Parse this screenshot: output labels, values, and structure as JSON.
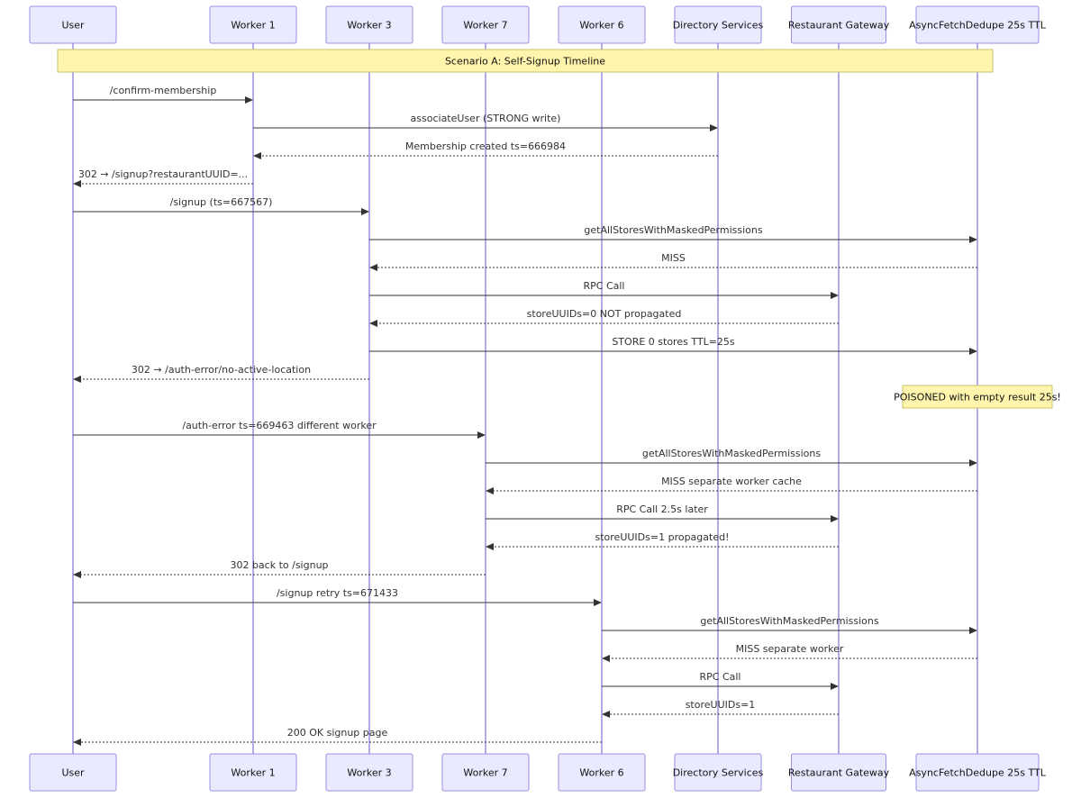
{
  "participants": [
    {
      "id": "user",
      "label": "User"
    },
    {
      "id": "w1",
      "label": "Worker 1"
    },
    {
      "id": "w3",
      "label": "Worker 3"
    },
    {
      "id": "w7",
      "label": "Worker 7"
    },
    {
      "id": "w6",
      "label": "Worker 6"
    },
    {
      "id": "ds",
      "label": "Directory Services"
    },
    {
      "id": "rg",
      "label": "Restaurant Gateway"
    },
    {
      "id": "afd",
      "label": "AsyncFetchDedupe 25s TTL"
    }
  ],
  "notes": [
    {
      "text": "Scenario A: Self-Signup Timeline",
      "over": [
        "user",
        "afd"
      ]
    },
    {
      "text": "POISONED with empty result 25s!",
      "over": [
        "afd"
      ]
    }
  ],
  "messages": [
    {
      "from": "user",
      "to": "w1",
      "text": "/confirm-membership",
      "style": "solid"
    },
    {
      "from": "w1",
      "to": "ds",
      "text": "associateUser (STRONG write)",
      "style": "solid"
    },
    {
      "from": "ds",
      "to": "w1",
      "text": "Membership created ts=666984",
      "style": "dashed"
    },
    {
      "from": "w1",
      "to": "user",
      "text": "302 → /signup?restaurantUUID=...",
      "style": "dashed"
    },
    {
      "from": "user",
      "to": "w3",
      "text": "/signup (ts=667567)",
      "style": "solid"
    },
    {
      "from": "w3",
      "to": "afd",
      "text": "getAllStoresWithMaskedPermissions",
      "style": "solid"
    },
    {
      "from": "afd",
      "to": "w3",
      "text": "MISS",
      "style": "dashed"
    },
    {
      "from": "w3",
      "to": "rg",
      "text": "RPC Call",
      "style": "solid"
    },
    {
      "from": "rg",
      "to": "w3",
      "text": "storeUUIDs=0 NOT propagated",
      "style": "dashed"
    },
    {
      "from": "w3",
      "to": "afd",
      "text": "STORE 0 stores TTL=25s",
      "style": "solid"
    },
    {
      "from": "w3",
      "to": "user",
      "text": "302 → /auth-error/no-active-location",
      "style": "dashed"
    },
    {
      "from": "user",
      "to": "w7",
      "text": "/auth-error ts=669463 different worker",
      "style": "solid"
    },
    {
      "from": "w7",
      "to": "afd",
      "text": "getAllStoresWithMaskedPermissions",
      "style": "solid"
    },
    {
      "from": "afd",
      "to": "w7",
      "text": "MISS separate worker cache",
      "style": "dashed"
    },
    {
      "from": "w7",
      "to": "rg",
      "text": "RPC Call 2.5s later",
      "style": "solid"
    },
    {
      "from": "rg",
      "to": "w7",
      "text": "storeUUIDs=1 propagated!",
      "style": "dashed"
    },
    {
      "from": "w7",
      "to": "user",
      "text": "302 back to /signup",
      "style": "dashed"
    },
    {
      "from": "user",
      "to": "w6",
      "text": "/signup retry ts=671433",
      "style": "solid"
    },
    {
      "from": "w6",
      "to": "afd",
      "text": "getAllStoresWithMaskedPermissions",
      "style": "solid"
    },
    {
      "from": "afd",
      "to": "w6",
      "text": "MISS separate worker",
      "style": "dashed"
    },
    {
      "from": "w6",
      "to": "rg",
      "text": "RPC Call",
      "style": "solid"
    },
    {
      "from": "rg",
      "to": "w6",
      "text": "storeUUIDs=1",
      "style": "dashed"
    },
    {
      "from": "w6",
      "to": "user",
      "text": "200 OK signup page",
      "style": "dashed"
    }
  ]
}
